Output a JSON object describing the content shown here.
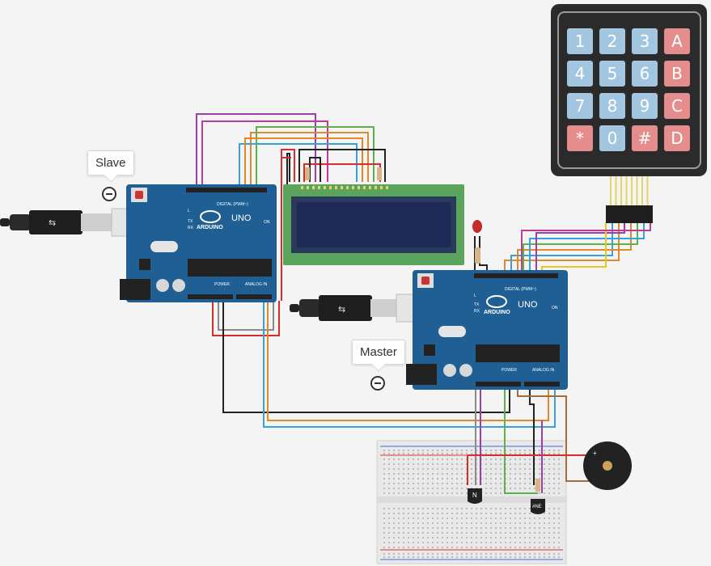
{
  "components": {
    "slave_label": "Slave",
    "master_label": "Master",
    "board_brand": "ARDUINO",
    "board_model": "UNO",
    "digital_header": "DIGITAL (PWM~)",
    "power_header": "POWER",
    "analog_header": "ANALOG IN",
    "tx_label": "TX",
    "rx_label": "RX",
    "l_label": "L",
    "on_label": "ON",
    "transistor_label": "N",
    "sensor_label": "#NE"
  },
  "keypad": {
    "keys": [
      {
        "label": "1",
        "kind": "digit"
      },
      {
        "label": "2",
        "kind": "digit"
      },
      {
        "label": "3",
        "kind": "digit"
      },
      {
        "label": "A",
        "kind": "letter"
      },
      {
        "label": "4",
        "kind": "digit"
      },
      {
        "label": "5",
        "kind": "digit"
      },
      {
        "label": "6",
        "kind": "digit"
      },
      {
        "label": "B",
        "kind": "letter"
      },
      {
        "label": "7",
        "kind": "digit"
      },
      {
        "label": "8",
        "kind": "digit"
      },
      {
        "label": "9",
        "kind": "digit"
      },
      {
        "label": "C",
        "kind": "letter"
      },
      {
        "label": "*",
        "kind": "symbol"
      },
      {
        "label": "0",
        "kind": "digit"
      },
      {
        "label": "#",
        "kind": "symbol"
      },
      {
        "label": "D",
        "kind": "letter"
      }
    ]
  },
  "colors": {
    "board": "#1f5f93",
    "lcd_pcb": "#5aa45e",
    "lcd_screen": "#1c2a55",
    "keypad_frame": "#2b2b2b",
    "wire_purple": "#9b3fa8",
    "wire_magenta": "#c0399b",
    "wire_orange": "#e0892a",
    "wire_green": "#5ab24a",
    "wire_blue": "#3aa0d8",
    "wire_black": "#222222",
    "wire_red": "#d62c2c",
    "wire_yellow": "#e4c62a",
    "wire_gray": "#8a8a8a",
    "wire_brown": "#a56b3a"
  }
}
